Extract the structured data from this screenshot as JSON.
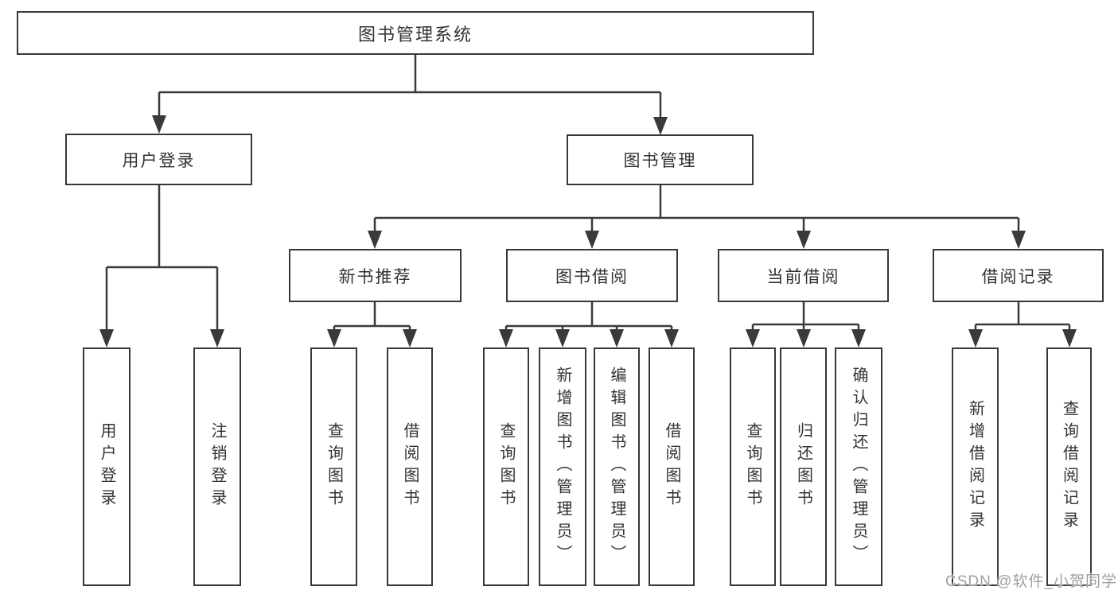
{
  "diagram": {
    "title": "图书管理系统",
    "nodes": {
      "root": {
        "label": "图书管理系统"
      },
      "user_login": {
        "label": "用户登录"
      },
      "book_mgmt": {
        "label": "图书管理"
      },
      "new_books": {
        "label": "新书推荐"
      },
      "book_borrow": {
        "label": "图书借阅"
      },
      "current_borrow": {
        "label": "当前借阅"
      },
      "borrow_records": {
        "label": "借阅记录"
      },
      "leaf_user_login": {
        "label": "用户登录"
      },
      "leaf_logout": {
        "label": "注销登录"
      },
      "leaf_query_books_1": {
        "label": "查询图书"
      },
      "leaf_borrow_books_1": {
        "label": "借阅图书"
      },
      "leaf_query_books_2": {
        "label": "查询图书"
      },
      "leaf_add_books": {
        "label": "新增图书（管理员）"
      },
      "leaf_edit_books": {
        "label": "编辑图书（管理员）"
      },
      "leaf_borrow_books_2": {
        "label": "借阅图书"
      },
      "leaf_query_books_3": {
        "label": "查询图书"
      },
      "leaf_return_books": {
        "label": "归还图书"
      },
      "leaf_confirm_return": {
        "label": "确认归还（管理员）"
      },
      "leaf_add_borrow_record": {
        "label": "新增借阅记录"
      },
      "leaf_query_borrow_record": {
        "label": "查询借阅记录"
      }
    },
    "line_color": "#3a3a3a"
  },
  "watermark": {
    "text": "CSDN @软件_小贺同学"
  }
}
